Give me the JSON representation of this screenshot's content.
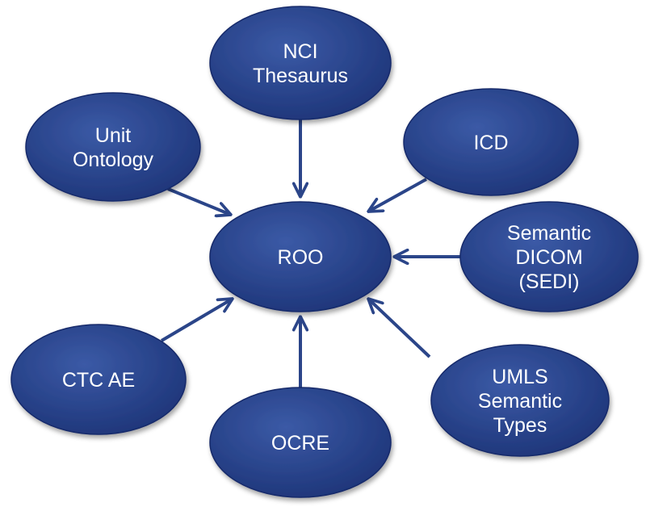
{
  "colors": {
    "node_fill_light": "#3b5aa6",
    "node_fill_dark": "#1d3478",
    "node_stroke": "#16296a",
    "edge": "#2b4589",
    "label": "#ffffff"
  },
  "diagram": {
    "center": {
      "id": "roo",
      "lines": [
        "ROO"
      ]
    },
    "nodes": [
      {
        "id": "nci-thesaurus",
        "lines": [
          "NCI",
          "Thesaurus"
        ]
      },
      {
        "id": "unit-ontology",
        "lines": [
          "Unit",
          "Ontology"
        ]
      },
      {
        "id": "icd",
        "lines": [
          "ICD"
        ]
      },
      {
        "id": "semantic-dicom",
        "lines": [
          "Semantic",
          "DICOM",
          "(SEDI)"
        ]
      },
      {
        "id": "ctc-ae",
        "lines": [
          "CTC AE"
        ]
      },
      {
        "id": "umls-semantic-types",
        "lines": [
          "UMLS",
          "Semantic",
          "Types"
        ]
      },
      {
        "id": "ocre",
        "lines": [
          "OCRE"
        ]
      }
    ],
    "edges": [
      {
        "from": "nci-thesaurus",
        "to": "roo"
      },
      {
        "from": "unit-ontology",
        "to": "roo"
      },
      {
        "from": "icd",
        "to": "roo"
      },
      {
        "from": "semantic-dicom",
        "to": "roo"
      },
      {
        "from": "ctc-ae",
        "to": "roo"
      },
      {
        "from": "umls-semantic-types",
        "to": "roo"
      },
      {
        "from": "ocre",
        "to": "roo"
      }
    ]
  }
}
